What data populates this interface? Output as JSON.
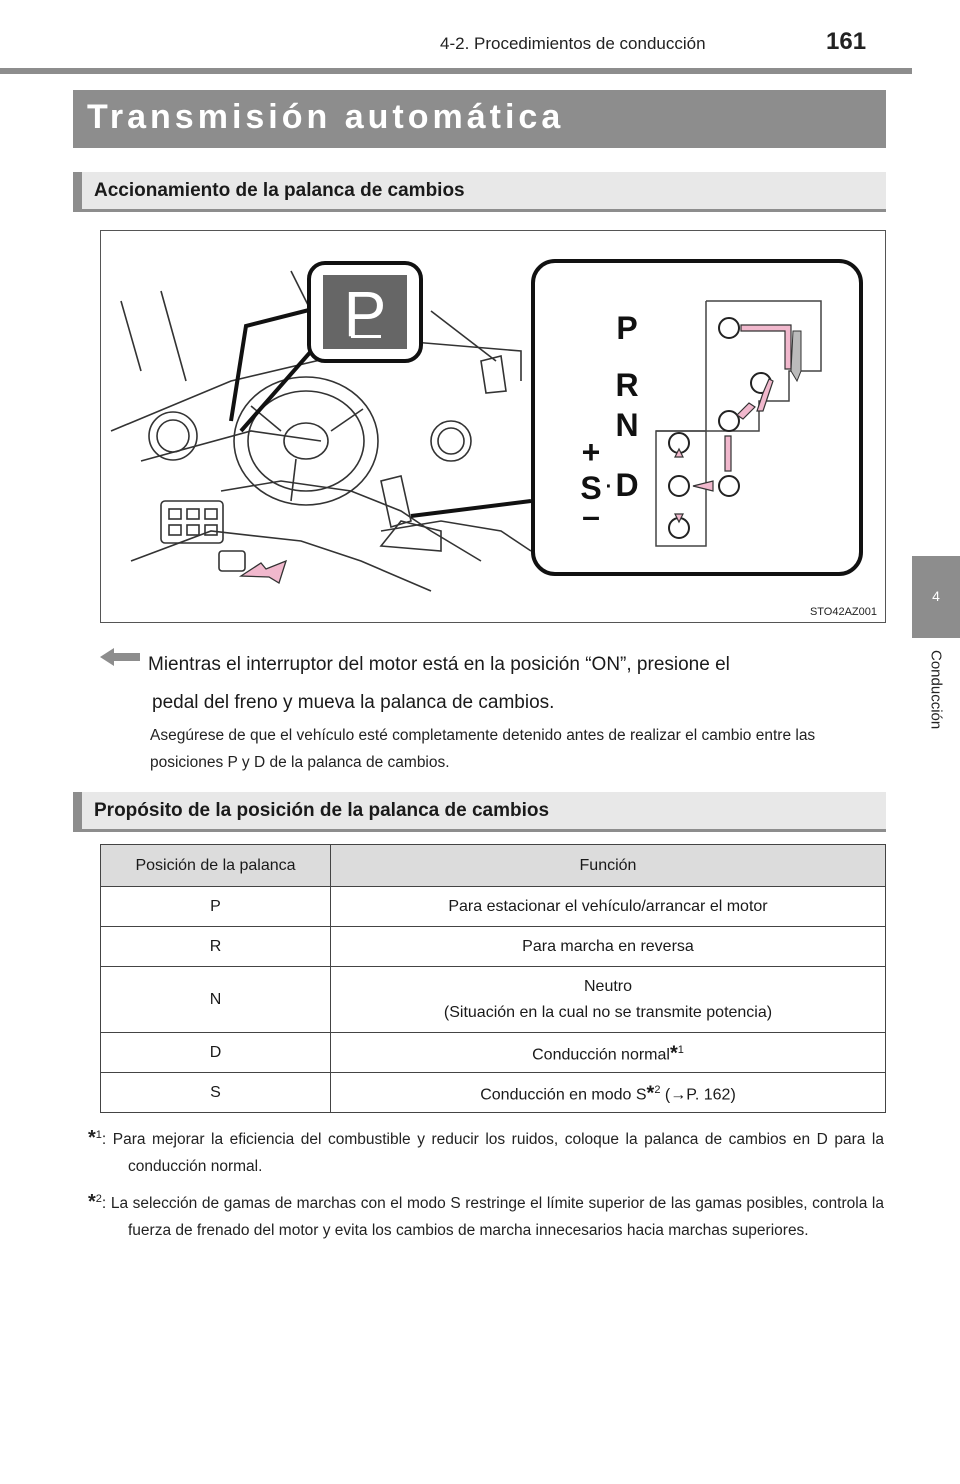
{
  "header": {
    "section": "4-2. Procedimientos de conducción",
    "page_number": "161"
  },
  "side_tab": {
    "number": "4",
    "label": "Conducción"
  },
  "title": "Transmisión automática",
  "section1": {
    "heading": "Accionamiento de la palanca de cambios"
  },
  "figure": {
    "code": "STO42AZ001",
    "callout_letter": "P",
    "shift_labels": [
      "P",
      "R",
      "N",
      "D",
      "S",
      "+",
      "–",
      "·"
    ]
  },
  "instruction": {
    "line1": "Mientras el interruptor del motor está en la posición “ON”, presione el",
    "line2": "pedal del freno y mueva la palanca de cambios.",
    "note": "Asegúrese de que el vehículo esté completamente detenido antes de realizar el cambio entre las posiciones P y D de la palanca de cambios."
  },
  "section2": {
    "heading": "Propósito de la posición de la palanca de cambios"
  },
  "table": {
    "headers": [
      "Posición de la palanca",
      "Función"
    ],
    "rows": [
      {
        "pos": "P",
        "func": "Para estacionar el vehículo/arrancar el motor"
      },
      {
        "pos": "R",
        "func": "Para marcha en reversa"
      },
      {
        "pos": "N",
        "func": "Neutro",
        "func2": "(Situación en la cual no se transmite potencia)"
      },
      {
        "pos": "D",
        "func": "Conducción normal",
        "mark": "*",
        "sup": "1"
      },
      {
        "pos": "S",
        "func": "Conducción en modo S",
        "mark": "*",
        "sup": "2",
        "ref": " (→P. 162)"
      }
    ]
  },
  "footnotes": [
    {
      "mark": "*",
      "sup": "1",
      "text": ": Para mejorar la eficiencia del combustible y reducir los ruidos, coloque la palanca de cambios en D para la conducción normal."
    },
    {
      "mark": "*",
      "sup": "2",
      "text": ": La selección de gamas de marchas con el modo S restringe el límite superior de las gamas posibles, controla la fuerza de frenado del motor y evita los cambios de marcha innecesarios hacia marchas superiores."
    }
  ]
}
